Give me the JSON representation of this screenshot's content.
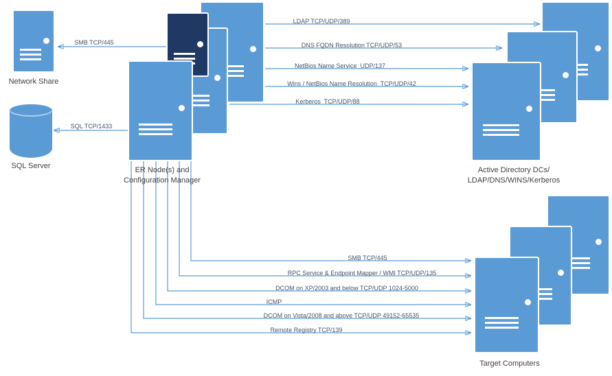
{
  "nodes": {
    "network_share": {
      "label": "Network Share"
    },
    "sql_server": {
      "label": "SQL Server"
    },
    "er_node": {
      "label_line1": "ER Node(s) and",
      "label_line2": "Configuration Manager"
    },
    "active_directory": {
      "label_line1": "Active Directory DCs/",
      "label_line2": "LDAP/DNS/WINS/Kerberos"
    },
    "target_computers": {
      "label": "Target Computers"
    }
  },
  "connections": {
    "smb_share": {
      "label": "SMB TCP/445",
      "direction": "left"
    },
    "sql": {
      "label": "SQL TCP/1433",
      "direction": "left"
    },
    "ldap": {
      "label": "LDAP TCP/UDP/389",
      "direction": "right"
    },
    "dns": {
      "label": "DNS FQDN Resolution TCP/UDP/53",
      "direction": "right"
    },
    "netbios": {
      "label": "NetBios Name Service  UDP/137",
      "direction": "right"
    },
    "wins": {
      "label": "Wins / NetBios Name Resolution  TCP/UDP/42",
      "direction": "right"
    },
    "kerberos": {
      "label": "Kerberos  TCP/UDP/88",
      "direction": "right"
    },
    "smb_target": {
      "label": "SMB TCP/445",
      "direction": "right"
    },
    "rpc_wmi": {
      "label": "RPC Service & Endpoint Mapper / WMI TCP/UDP/135",
      "direction": "right"
    },
    "dcom_xp": {
      "label": "DCOM on XP/2003 and below TCP/UDP 1024-5000",
      "direction": "right"
    },
    "icmp": {
      "label": "ICMP",
      "direction": "right"
    },
    "dcom_vista": {
      "label": "DCOM on Vista/2008 and above TCP/UDP 49152-65535",
      "direction": "right"
    },
    "remote_registry": {
      "label": "Remote Registry TCP/139",
      "direction": "right"
    }
  },
  "colors": {
    "server_fill": "#5B9BD5",
    "server_dark_fill": "#1F3864",
    "connector": "#5B9BD5",
    "connector_label_text": "#44546A",
    "node_label_text": "#3F3F3F"
  }
}
